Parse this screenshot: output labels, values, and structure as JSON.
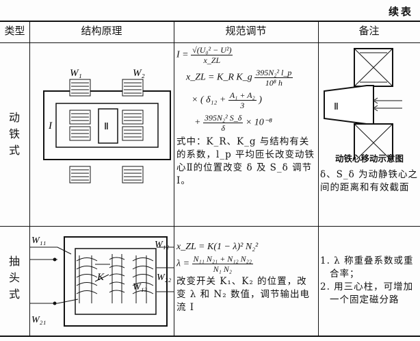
{
  "continued_label": "续表",
  "headers": {
    "type": "类型",
    "principle": "结构原理",
    "regulation": "规范调节",
    "remarks": "备注"
  },
  "rows": [
    {
      "type": "动铁式",
      "diagram_labels": {
        "w1": "W₁",
        "w2": "W₂",
        "core1": "I",
        "core2": "Ⅱ"
      },
      "formulas": {
        "f1_lhs": "I =",
        "f1_num": "√(U₀² − U²)",
        "f1_den": "x_ZL",
        "f2_lhs": "x_ZL = K_R K_g",
        "f2_num": "395N₂² l_p",
        "f2_den": "10⁸ h",
        "f3": "× ( δ₁₂ +",
        "f3_num": "A₁ + A₂",
        "f3_den": "3",
        "f3_end": ")",
        "f4_pre": "+",
        "f4_num": "395N₂² S_δ",
        "f4_den": "δ",
        "f4_end": "× 10⁻⁸"
      },
      "description": "式中：K_R、K_g 与结构有关的系数，l_p 平均匝长改变动铁心Ⅱ的位置改变 δ 及 S_δ 调节 I。",
      "remark_diagram_label": "Ⅱ",
      "remark_caption": "动铁心移动示意图",
      "remark_text": "δ、S_δ 为动静铁心之间的距离和有效截面"
    },
    {
      "type": "抽头式",
      "diagram_labels": {
        "w11": "W₁₁",
        "w21": "W₂₁",
        "w12": "W₁₂",
        "w22": "W₂₂",
        "w13": "W₁₃",
        "k": "K"
      },
      "formulas": {
        "f1": "x_ZL = K(1 − λ)² N₂²",
        "f2_lhs": "λ =",
        "f2_num": "N₁₁ N₂₁ + N₁₂ N₂₂",
        "f2_den": "N₁ N₂"
      },
      "description": "改变开关 K₁、K₂ 的位置，改变 λ 和 N₂ 数值，调节输出电流 I",
      "remarks": [
        "1. λ 称重叠系数或重合率；",
        "2. 用三心柱，可增加一个固定磁分路"
      ]
    }
  ]
}
